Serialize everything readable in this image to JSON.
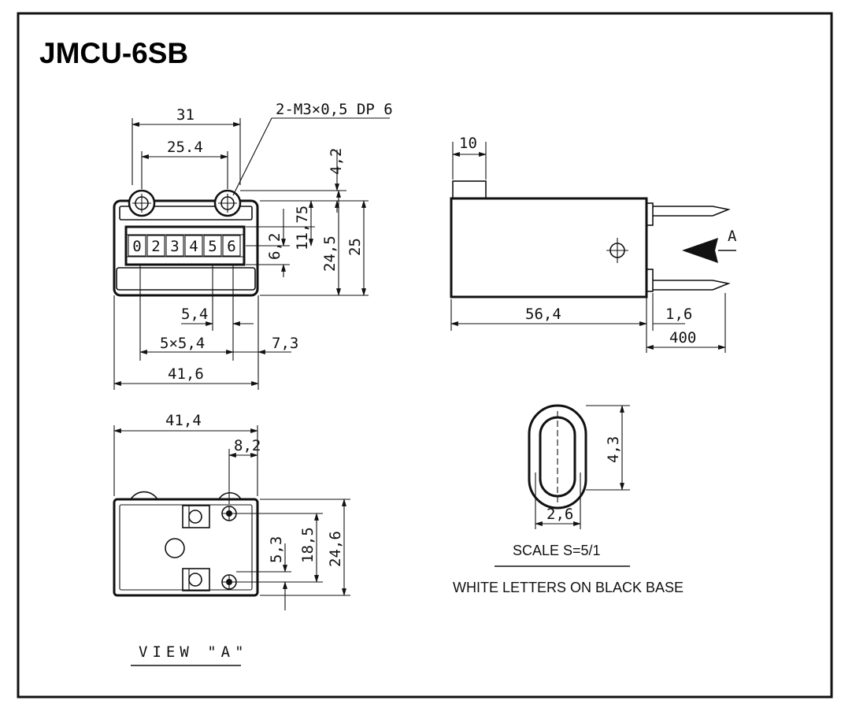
{
  "title": "JMCU-6SB",
  "front_view": {
    "dims": {
      "overall_width": "31",
      "hole_pitch": "25.4",
      "hole_spec": "2-M3×0,5 DP 6",
      "top_offset": "4,2",
      "d_11_75": "11,75",
      "d_6_2": "6,2",
      "d_24_5": "24,5",
      "d_25": "25",
      "digit_pitch": "5,4",
      "digit_span": "5×5,4",
      "right_offset": "7,3",
      "base_width": "41,6"
    },
    "digits": [
      "0",
      "2",
      "3",
      "4",
      "5",
      "6"
    ]
  },
  "side_view": {
    "dims": {
      "boss_width": "10",
      "body_length": "56,4",
      "terminal_gap": "1,6",
      "lead_length": "400"
    },
    "arrow_label": "A"
  },
  "view_a": {
    "dims": {
      "width": "41,4",
      "offset": "8,2",
      "d_5_3": "5,3",
      "d_18_5": "18,5",
      "d_24_6": "24,6"
    },
    "caption": "VIEW \"A\""
  },
  "digit_detail": {
    "dims": {
      "height": "4,3",
      "width": "2,6"
    },
    "scale": "SCALE S=5/1",
    "note": "WHITE LETTERS ON BLACK BASE"
  }
}
